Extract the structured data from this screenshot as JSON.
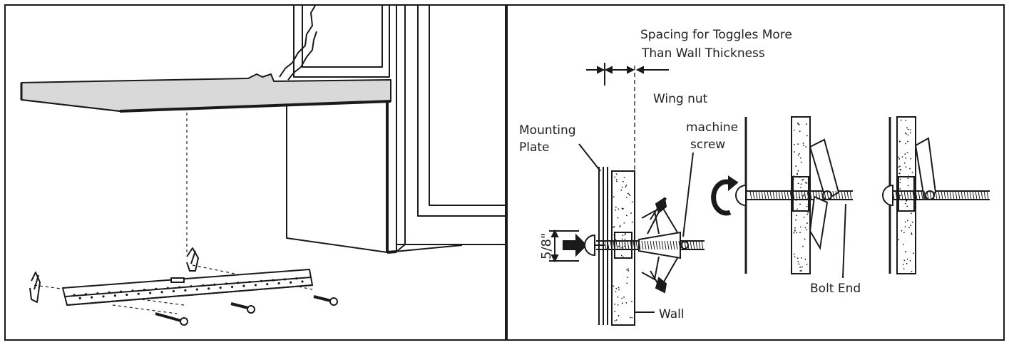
{
  "labels": {
    "spacing_line1": "Spacing for Toggles More",
    "spacing_line2": "Than Wall Thickness",
    "wing_nut": "Wing nut",
    "machine": "machine",
    "screw": "screw",
    "mounting": "Mounting",
    "plate": "Plate",
    "fraction": "5/8\"",
    "wall": "Wall",
    "bolt_end": "Bolt End"
  },
  "colors": {
    "stroke": "#1a1a1a",
    "countertop": "#d9d9d9",
    "background": "#ffffff"
  }
}
